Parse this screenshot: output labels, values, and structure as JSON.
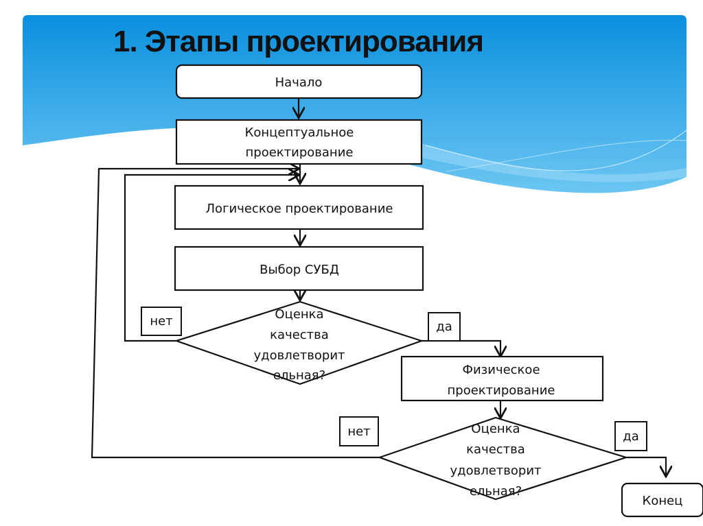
{
  "slide": {
    "title": "1. Этапы проектирования"
  },
  "flowchart": {
    "start": "Начало",
    "conceptual": [
      "Концептуальное",
      "проектирование"
    ],
    "logical": "Логическое проектирование",
    "dbms": "Выбор СУБД",
    "decision1": [
      "Оценка",
      "качества",
      "удовлетворит",
      "ельная?"
    ],
    "physical": [
      "Физическое",
      "проектирование"
    ],
    "decision2": [
      "Оценка",
      "качества",
      "удовлетворит",
      "ельная?"
    ],
    "end": "Конец",
    "labels": {
      "no1": "нет",
      "yes1": "да",
      "no2": "нет",
      "yes2": "да"
    }
  },
  "colors": {
    "sky_top": "#0a8fde",
    "sky_bottom": "#6cc6f2",
    "line": "#111111"
  }
}
